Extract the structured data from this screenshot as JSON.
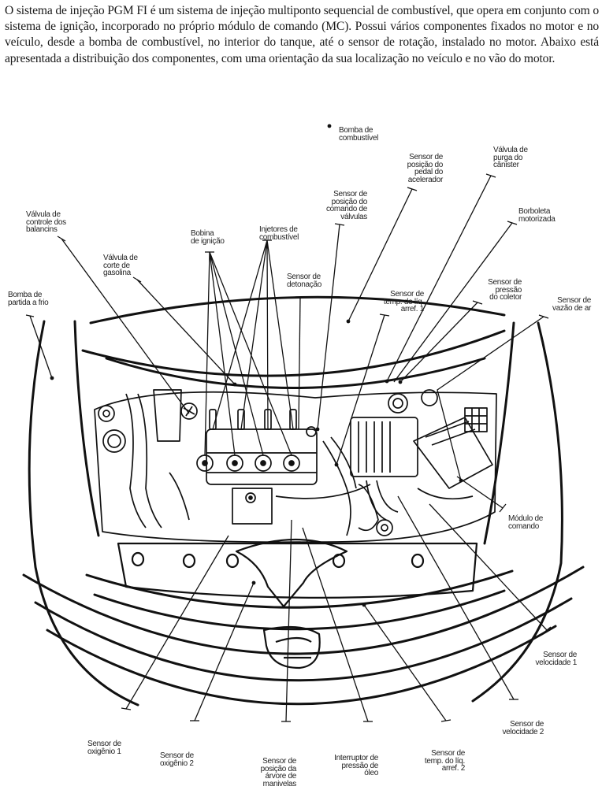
{
  "intro_text": "O sistema de injeção PGM FI  é um sistema de injeção multiponto sequencial de combustível, que opera em conjunto com o sistema de ignição, incorporado no próprio módulo de comando (MC). Possui vários componentes fixados no motor e no veículo, desde a bomba de combustível, no interior do tanque, até o sensor de rotação, instalado no motor. Abaixo está apresentada a distribuição dos componentes, com uma orientação da sua localização no veículo e no vão do motor.",
  "diagram": {
    "subject": "engine-bay-front-view",
    "line_color": "#111111",
    "labels": {
      "bomba_combustivel": "Bomba de\ncombustível",
      "sensor_pedal": "Sensor de\nposição do\npedal do\nacelerador",
      "valvula_canister": "Válvula de\npurga do\ncânister",
      "sensor_comando_valvulas": "Sensor de\nposição do\ncomando de\nválvulas",
      "valvula_balancins": "Válvula de\ncontrole dos\nbalancins",
      "bobina_ignicao": "Bobina\nde ignição",
      "injetores": "Injetores de\ncombustível",
      "borboleta": "Borboleta\nmotorizada",
      "valvula_corte": "Válvula de\ncorte de\ngasolina",
      "sensor_detonacao": "Sensor de\ndetonação",
      "sensor_pressao_coletor": "Sensor de\npressão\ndo coletor",
      "bomba_partida_frio": "Bomba de\npartida a frio",
      "sensor_temp_1": "Sensor de\ntemp. do líq.\narref. 1",
      "sensor_vazao_ar": "Sensor de\nvazão de ar",
      "modulo_comando": "Módulo de\ncomando",
      "sensor_velocidade_1": "Sensor de\nvelocidade 1",
      "sensor_velocidade_2": "Sensor de\nvelocidade 2",
      "sensor_oxigenio_1": "Sensor de\noxigênio 1",
      "sensor_oxigenio_2": "Sensor de\noxigênio 2",
      "sensor_arvore_manivelas": "Sensor de\nposição da\nárvore de\nmanivelas",
      "interruptor_pressao_oleo": "Interruptor de\npressão de\nóleo",
      "sensor_temp_2": "Sensor de\ntemp. do líq.\narref. 2"
    }
  }
}
